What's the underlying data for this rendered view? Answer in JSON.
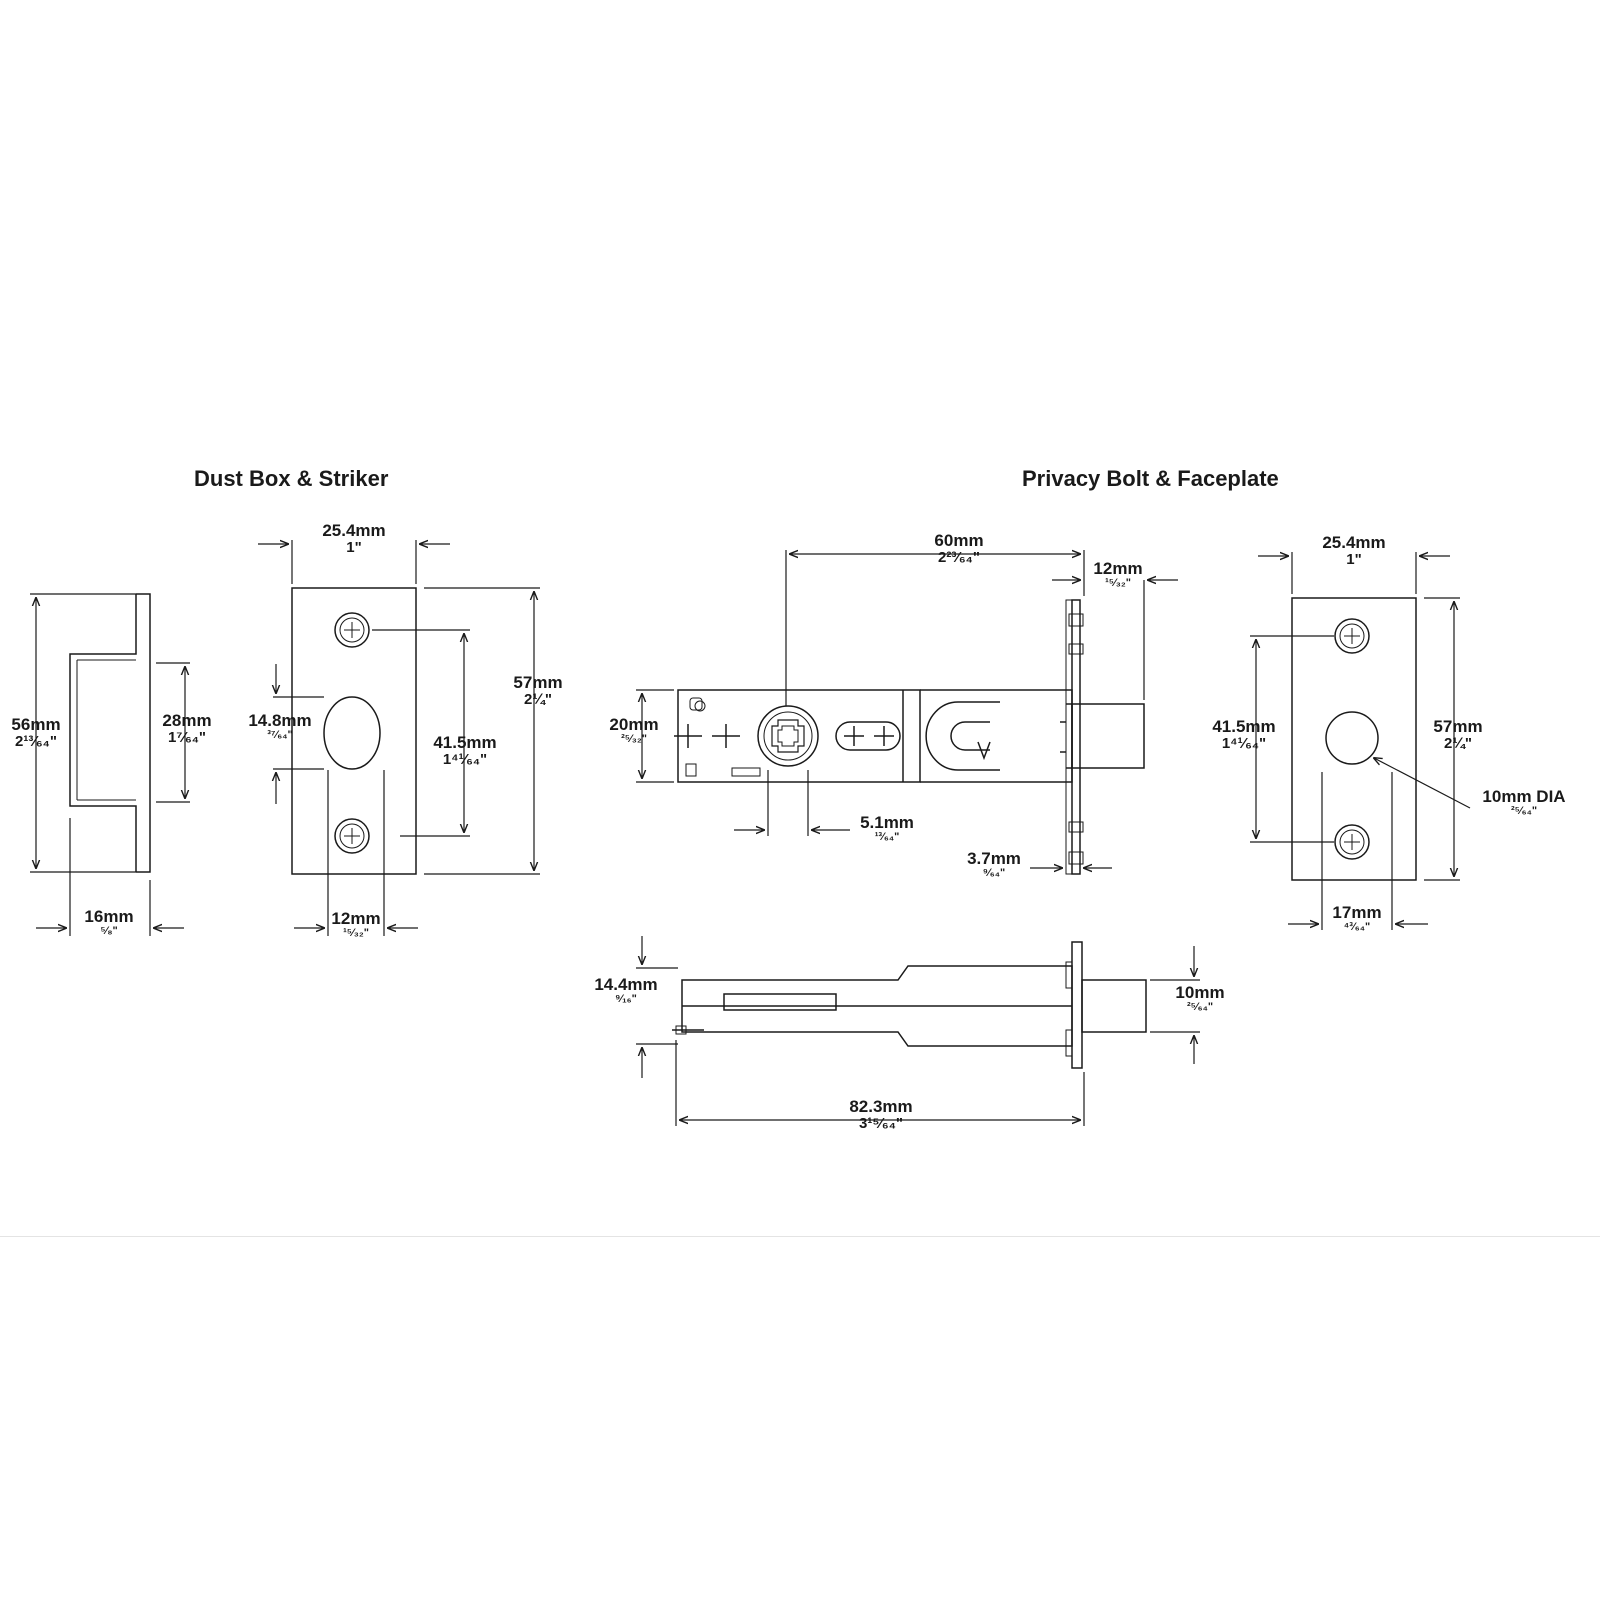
{
  "titles": {
    "left": "Dust Box & Striker",
    "right": "Privacy Bolt & Faceplate"
  },
  "dimensions": {
    "strike_width": {
      "mm": "25.4mm",
      "inch": "1\""
    },
    "dust_box_height": {
      "mm": "56mm",
      "inch": "2¹³⁄₆₄\""
    },
    "dust_box_inner": {
      "mm": "28mm",
      "inch": "1⁷⁄₆₄\""
    },
    "dust_box_depth": {
      "mm": "16mm",
      "inch": "⁵⁄₈\""
    },
    "strike_hole_height": {
      "mm": "14.8mm",
      "inch": "³⁷⁄₆₄\""
    },
    "strike_screw_spacing": {
      "mm": "41.5mm",
      "inch": "1⁴¹⁄₆₄\""
    },
    "strike_height": {
      "mm": "57mm",
      "inch": "2¼\""
    },
    "strike_hole_width": {
      "mm": "12mm",
      "inch": "¹⁵⁄₃₂\""
    },
    "backset": {
      "mm": "60mm",
      "inch": "2²³⁄₆₄\""
    },
    "bolt_throw": {
      "mm": "12mm",
      "inch": "¹⁵⁄₃₂\""
    },
    "latch_body_height": {
      "mm": "20mm",
      "inch": "²⁵⁄₃₂\""
    },
    "spindle_size": {
      "mm": "5.1mm",
      "inch": "¹³⁄₆₄\""
    },
    "faceplate_thickness": {
      "mm": "3.7mm",
      "inch": "⁹⁄₆₄\""
    },
    "faceplate_width": {
      "mm": "25.4mm",
      "inch": "1\""
    },
    "faceplate_screw_spacing": {
      "mm": "41.5mm",
      "inch": "1⁴¹⁄₆₄\""
    },
    "faceplate_height": {
      "mm": "57mm",
      "inch": "2¼\""
    },
    "bolt_diameter": {
      "mm": "10mm DIA",
      "inch": "²⁵⁄₆₄\""
    },
    "bolt_side_offset": {
      "mm": "17mm",
      "inch": "⁴³⁄₆₄\""
    },
    "latch_side_height": {
      "mm": "14.4mm",
      "inch": "⁹⁄₁₆\""
    },
    "bolt_side_diameter": {
      "mm": "10mm",
      "inch": "²⁵⁄₆₄\""
    },
    "overall_length": {
      "mm": "82.3mm",
      "inch": "3¹⁵⁄₆₄\""
    }
  }
}
